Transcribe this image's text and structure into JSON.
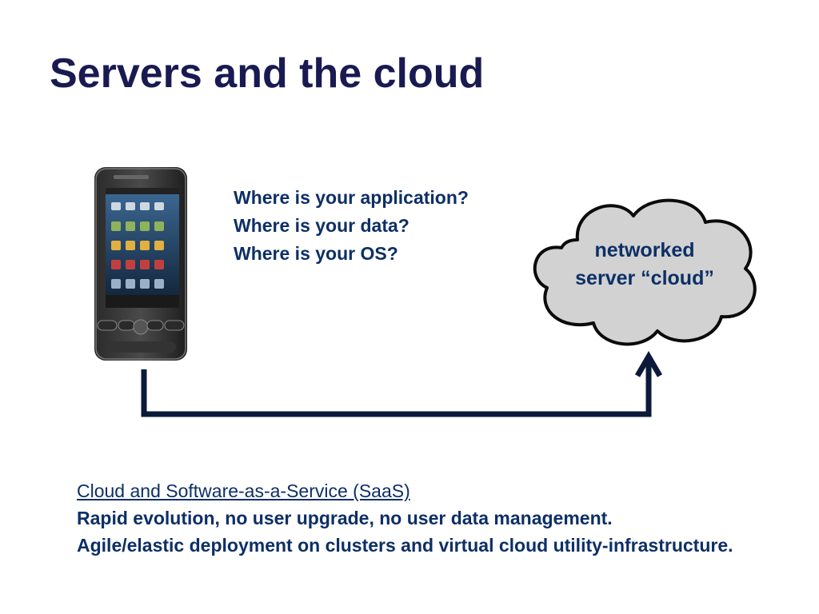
{
  "slide": {
    "title": "Servers and the cloud",
    "questions": [
      "Where is your application?",
      "Where is your data?",
      "Where is your OS?"
    ],
    "cloud_label": {
      "line1": "networked",
      "line2": "server “cloud”"
    },
    "footer": {
      "heading": "Cloud and Software-as-a-Service (SaaS)",
      "line1": "Rapid evolution, no user upgrade, no user data management.",
      "line2": "Agile/elastic deployment on clusters and virtual cloud utility-infrastructure."
    },
    "colors": {
      "title": "#1a1a52",
      "text": "#0d2f66",
      "arrow": "#0b1a3a",
      "cloud_fill": "#d2d2d2"
    },
    "icons": [
      "smartphone-icon",
      "cloud-icon",
      "connection-arrow-icon"
    ]
  }
}
